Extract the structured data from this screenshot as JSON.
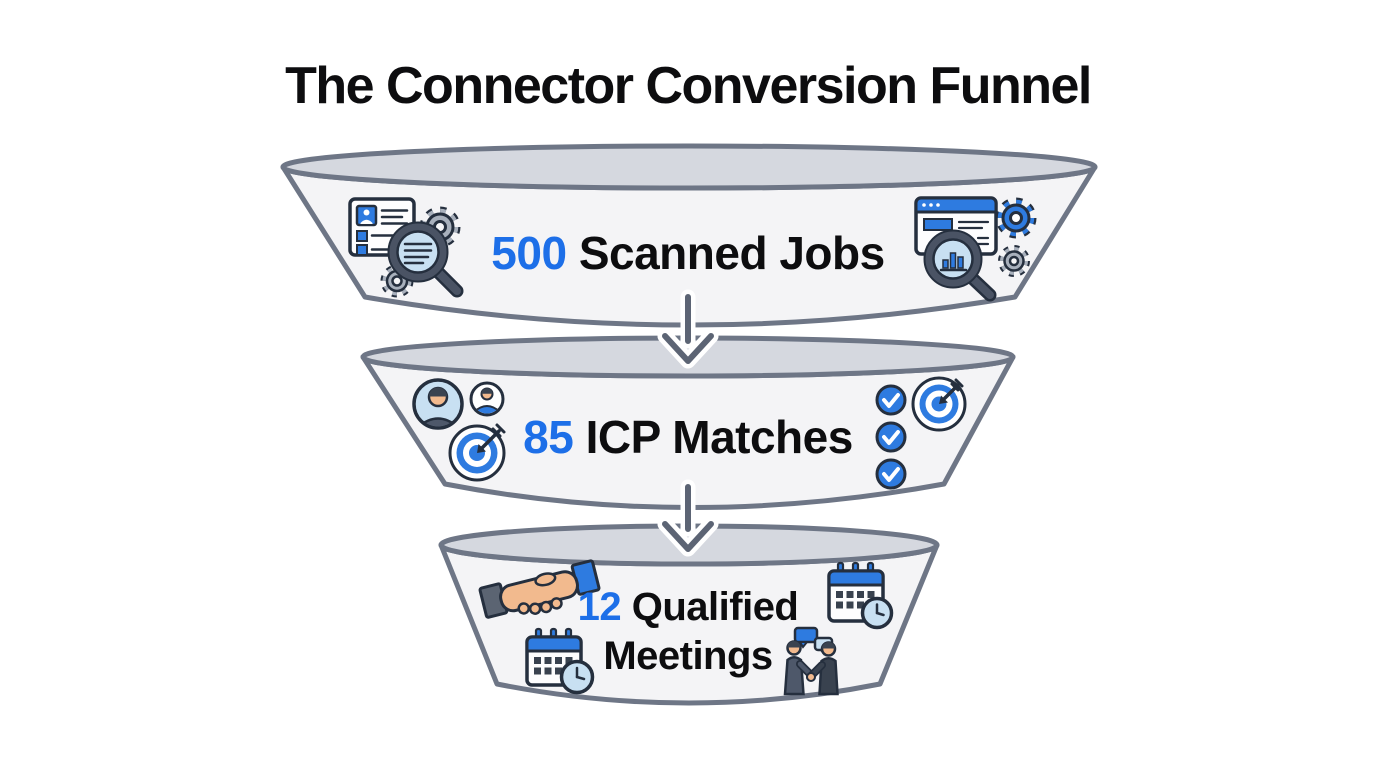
{
  "title": "The Connector Conversion Funnel",
  "colors": {
    "accent_blue": "#1d6fe8",
    "icon_blue": "#2e7be0",
    "icon_light_blue": "#c8e0f2",
    "text_black": "#0d0d0f",
    "funnel_body": "#f4f4f6",
    "funnel_rim": "#d5d8df",
    "funnel_stroke": "#6e7686",
    "arrow_gray": "#5c6474",
    "background": "#ffffff"
  },
  "funnel": {
    "stages": [
      {
        "id": "scanned-jobs",
        "value": "500",
        "label": "Scanned Jobs",
        "left_icons": [
          "resume-search-icon",
          "gear-icon",
          "gear-icon"
        ],
        "right_icons": [
          "browser-analytics-search-icon",
          "gear-icon",
          "gear-icon"
        ]
      },
      {
        "id": "icp-matches",
        "value": "85",
        "label": "ICP Matches",
        "left_icons": [
          "user-avatars-icon",
          "target-icon"
        ],
        "right_icons": [
          "checklist-icon",
          "target-icon"
        ]
      },
      {
        "id": "qualified-meetings",
        "value": "12",
        "label_line1": "Qualified",
        "label_line2": "Meetings",
        "left_icons": [
          "handshake-icon",
          "calendar-clock-icon"
        ],
        "right_icons": [
          "calendar-clock-icon",
          "meeting-people-icon"
        ]
      }
    ],
    "arrows": [
      "down-arrow-icon",
      "down-arrow-icon"
    ]
  }
}
